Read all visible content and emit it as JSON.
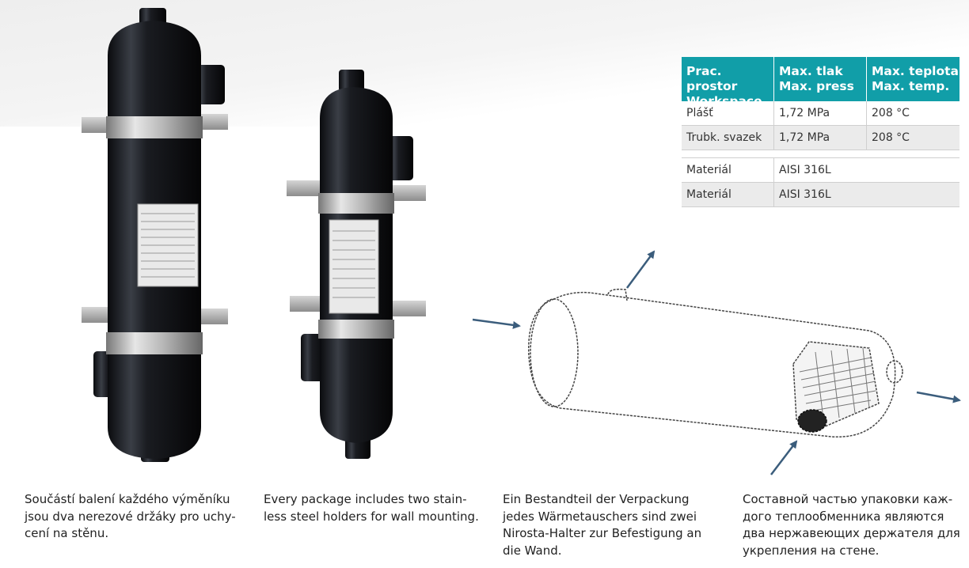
{
  "spec_table": {
    "headers": [
      [
        "Prac. prostor",
        "Workspace"
      ],
      [
        "Max. tlak",
        "Max. press"
      ],
      [
        "Max. teplota",
        "Max. temp."
      ]
    ],
    "rows": [
      [
        "Plášť",
        "1,72 MPa",
        "208 °C"
      ],
      [
        "Trubk. svazek",
        "1,72 MPa",
        "208 °C"
      ]
    ],
    "material_rows": [
      [
        "Materiál",
        "AISI 316L"
      ],
      [
        "Materiál",
        "AISI 316L"
      ]
    ]
  },
  "captions": {
    "cs": [
      "Součástí balení každého výměníku",
      "jsou dva nerezové držáky pro uchy-",
      "cení na stěnu."
    ],
    "en": [
      "Every package includes two stain-",
      "less steel holders for wall mounting."
    ],
    "de": [
      "Ein Bestandteil der Verpackung",
      "jedes Wärmetauschers sind zwei",
      "Nirosta-Halter zur Befestigung an",
      "die Wand."
    ],
    "ru": [
      "Составной частью упаковки каж-",
      "дого теплообменника являются",
      "два нержавеющих держателя для",
      "укрепления на стене."
    ]
  },
  "colors": {
    "accent": "#119ea8",
    "arrow": "#3b5d7c",
    "body": "#14161a"
  }
}
